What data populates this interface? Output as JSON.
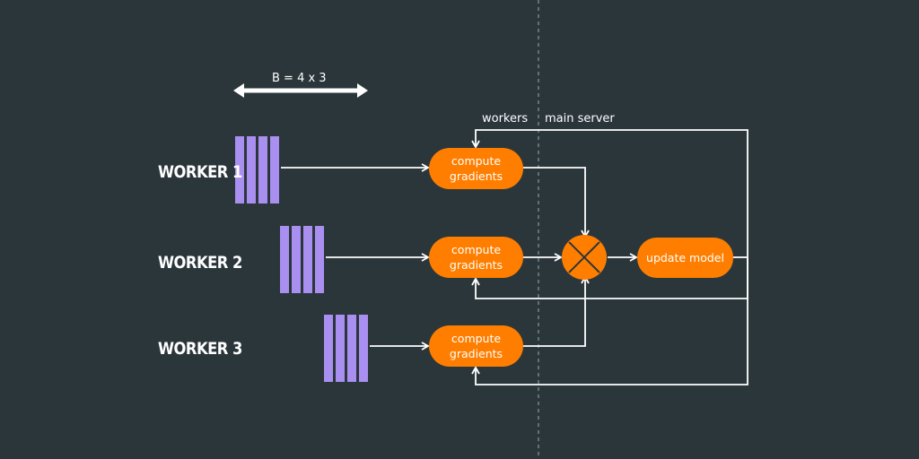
{
  "colors": {
    "background": "#2b363b",
    "batch": "#a98ff0",
    "node": "#ff7e00",
    "line": "#ffffff",
    "divider": "#8c979c"
  },
  "batch_size_label": "B = 4 x 3",
  "region_labels": {
    "workers": "workers",
    "server": "main server"
  },
  "workers": [
    {
      "label": "WORKER 1",
      "node": "compute gradients"
    },
    {
      "label": "WORKER 2",
      "node": "compute gradients"
    },
    {
      "label": "WORKER 3",
      "node": "compute gradients"
    }
  ],
  "update_node": "update model"
}
